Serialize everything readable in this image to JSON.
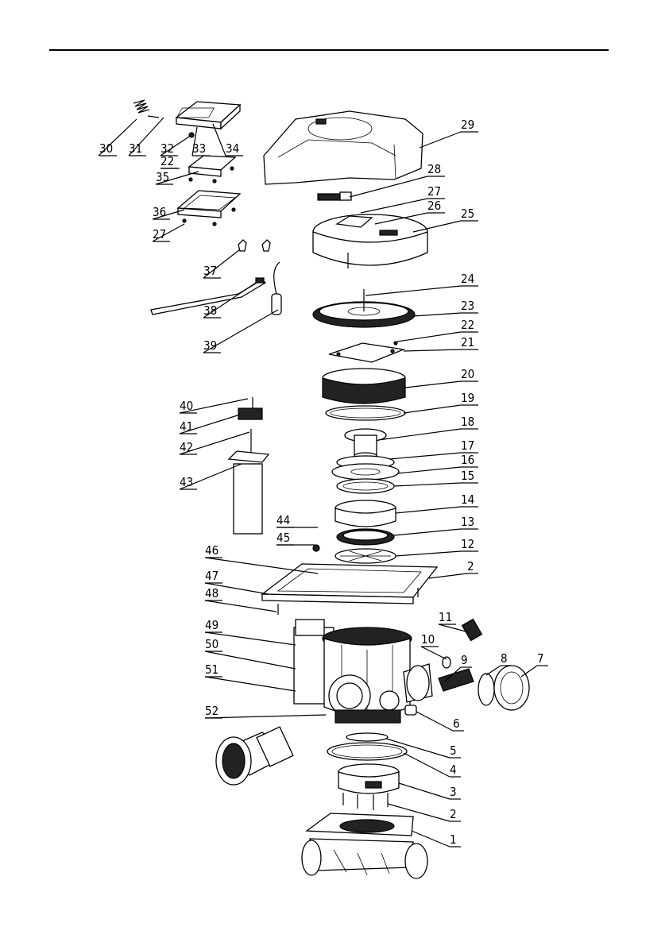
{
  "callouts": [
    {
      "id": "c30",
      "label": "30"
    },
    {
      "id": "c31",
      "label": "31"
    },
    {
      "id": "c32",
      "label": "32"
    },
    {
      "id": "c22a",
      "label": "22"
    },
    {
      "id": "c33",
      "label": "33"
    },
    {
      "id": "c34",
      "label": "34"
    },
    {
      "id": "c35",
      "label": "35"
    },
    {
      "id": "c36",
      "label": "36"
    },
    {
      "id": "c27a",
      "label": "27"
    },
    {
      "id": "c37",
      "label": "37"
    },
    {
      "id": "c38",
      "label": "38"
    },
    {
      "id": "c39",
      "label": "39"
    },
    {
      "id": "c40",
      "label": "40"
    },
    {
      "id": "c41",
      "label": "41"
    },
    {
      "id": "c42",
      "label": "42"
    },
    {
      "id": "c43",
      "label": "43"
    },
    {
      "id": "c44",
      "label": "44"
    },
    {
      "id": "c45",
      "label": "45"
    },
    {
      "id": "c46",
      "label": "46"
    },
    {
      "id": "c47",
      "label": "47"
    },
    {
      "id": "c48",
      "label": "48"
    },
    {
      "id": "c49",
      "label": "49"
    },
    {
      "id": "c50",
      "label": "50"
    },
    {
      "id": "c51",
      "label": "51"
    },
    {
      "id": "c52",
      "label": "52"
    },
    {
      "id": "c29",
      "label": "29"
    },
    {
      "id": "c28",
      "label": "28"
    },
    {
      "id": "c27b",
      "label": "27"
    },
    {
      "id": "c26",
      "label": "26"
    },
    {
      "id": "c25",
      "label": "25"
    },
    {
      "id": "c24",
      "label": "24"
    },
    {
      "id": "c23",
      "label": "23"
    },
    {
      "id": "c22b",
      "label": "22"
    },
    {
      "id": "c21",
      "label": "21"
    },
    {
      "id": "c20",
      "label": "20"
    },
    {
      "id": "c19",
      "label": "19"
    },
    {
      "id": "c18",
      "label": "18"
    },
    {
      "id": "c17",
      "label": "17"
    },
    {
      "id": "c16",
      "label": "16"
    },
    {
      "id": "c15",
      "label": "15"
    },
    {
      "id": "c14",
      "label": "14"
    },
    {
      "id": "c13",
      "label": "13"
    },
    {
      "id": "c12",
      "label": "12"
    },
    {
      "id": "c2a",
      "label": "2"
    },
    {
      "id": "c11",
      "label": "11"
    },
    {
      "id": "c10",
      "label": "10"
    },
    {
      "id": "c9",
      "label": "9"
    },
    {
      "id": "c8",
      "label": "8"
    },
    {
      "id": "c7",
      "label": "7"
    },
    {
      "id": "c6",
      "label": "6"
    },
    {
      "id": "c5",
      "label": "5"
    },
    {
      "id": "c4",
      "label": "4"
    },
    {
      "id": "c3",
      "label": "3"
    },
    {
      "id": "c2b",
      "label": "2"
    },
    {
      "id": "c1",
      "label": "1"
    }
  ]
}
